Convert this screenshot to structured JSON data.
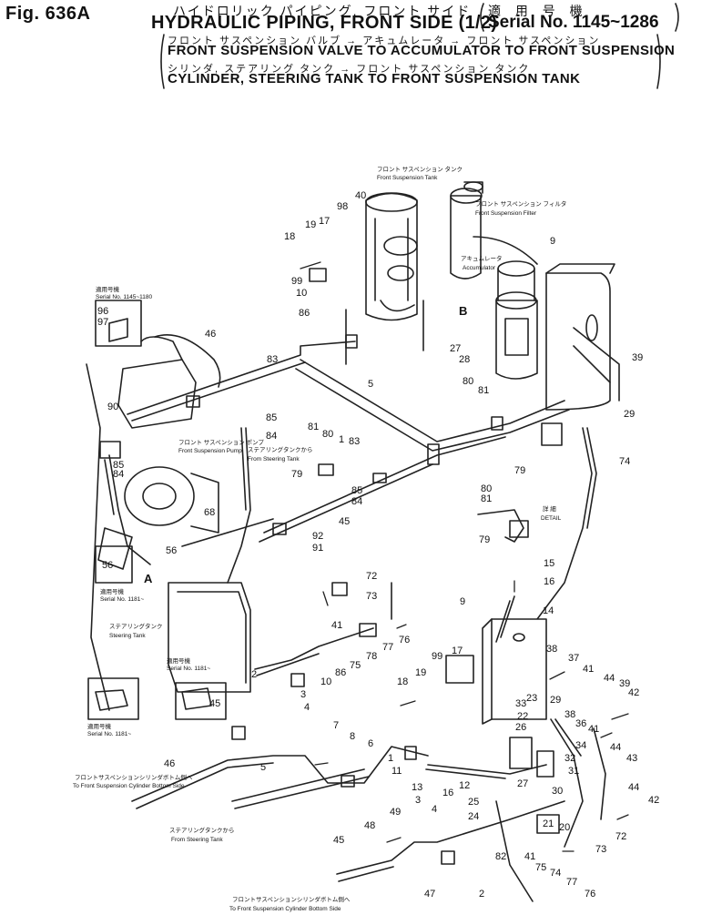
{
  "header": {
    "figure_number": "Fig. 636A",
    "title_jp": "ハイドロリック パイピング, フロント サイド",
    "title_en": "HYDRAULIC PIPING, FRONT SIDE (1/2)",
    "serial_jp": "適 用 号 機",
    "serial_en": "Serial No. 1145~1286",
    "subtitle_jp_1": "フロント サスペンション バルブ → アキュムレータ → フロント サスペンション",
    "subtitle_en_1": "FRONT SUSPENSION VALVE TO ACCUMULATOR TO FRONT SUSPENSION",
    "subtitle_jp_2": "シリンダ, ステアリング タンク → フロント サスペンション タンク",
    "subtitle_en_2": "CYLINDER, STEERING TANK TO FRONT SUSPENSION TANK"
  },
  "annotations": {
    "front_suspension_tank_jp": "フロント サスペンション タンク",
    "front_suspension_tank": "Front Suspension Tank",
    "front_suspension_filter_jp": "フロント サスペンション フィルタ",
    "front_suspension_filter": "Front Suspension Filter",
    "accumulator_jp": "アキュムレータ",
    "accumulator": "Accumulator",
    "front_suspension_pump_jp": "フロント サスペンション ポンプ",
    "front_suspension_pump": "Front Suspension Pump",
    "from_steering_tank_jp_1": "ステアリングタンクから",
    "from_steering_tank_1": "From Steering Tank",
    "steering_tank_jp": "ステアリングタンク",
    "steering_tank": "Steering Tank",
    "detail_jp": "詳 細",
    "detail": "DETAIL",
    "view_b": "B",
    "view_a": "A",
    "inset1_jp": "適用号機",
    "inset1_serial": "Serial No. 1145~1180",
    "inset2_jp": "適用号機",
    "inset2_serial": "Serial No. 1181~",
    "inset3_jp": "適用号機",
    "inset3_serial": "Serial No. 1181~",
    "inset4_jp": "適用号機",
    "inset4_serial": "Serial No. 1181~",
    "to_front_cyl_jp_1": "フロントサスペンションシリンダボトム側へ",
    "to_front_cyl_1": "To Front Suspension Cylinder Bottom Side",
    "from_steering_tank_jp_2": "ステアリングタンクから",
    "from_steering_tank_2": "From Steering Tank",
    "to_front_cyl_jp_2": "フロントサスペンションシリンダボトム側へ",
    "to_front_cyl_2": "To Front Suspension Cylinder Bottom Side"
  },
  "callouts": [
    "40",
    "98",
    "17",
    "19",
    "18",
    "99",
    "10",
    "86",
    "9",
    "27",
    "28",
    "39",
    "80",
    "81",
    "29",
    "74",
    "79",
    "46",
    "83",
    "5",
    "85",
    "84",
    "90",
    "81",
    "80",
    "83",
    "79",
    "85",
    "84",
    "45",
    "92",
    "91",
    "68",
    "56",
    "56",
    "96",
    "97",
    "1",
    "85",
    "84",
    "80",
    "81",
    "79",
    "15",
    "16",
    "14",
    "9",
    "38",
    "37",
    "41",
    "44",
    "39",
    "42",
    "72",
    "73",
    "41",
    "76",
    "77",
    "78",
    "75",
    "86",
    "10",
    "17",
    "99",
    "19",
    "18",
    "2",
    "3",
    "4",
    "7",
    "8",
    "6",
    "5",
    "46",
    "45",
    "23",
    "33",
    "22",
    "29",
    "38",
    "36",
    "41",
    "26",
    "13",
    "11",
    "12",
    "16",
    "27",
    "30",
    "25",
    "24",
    "32",
    "31",
    "34",
    "44",
    "43",
    "44",
    "42",
    "3",
    "4",
    "49",
    "48",
    "47",
    "2",
    "82",
    "41",
    "75",
    "74",
    "77",
    "76",
    "73",
    "72",
    "21",
    "20",
    "1",
    "45"
  ]
}
